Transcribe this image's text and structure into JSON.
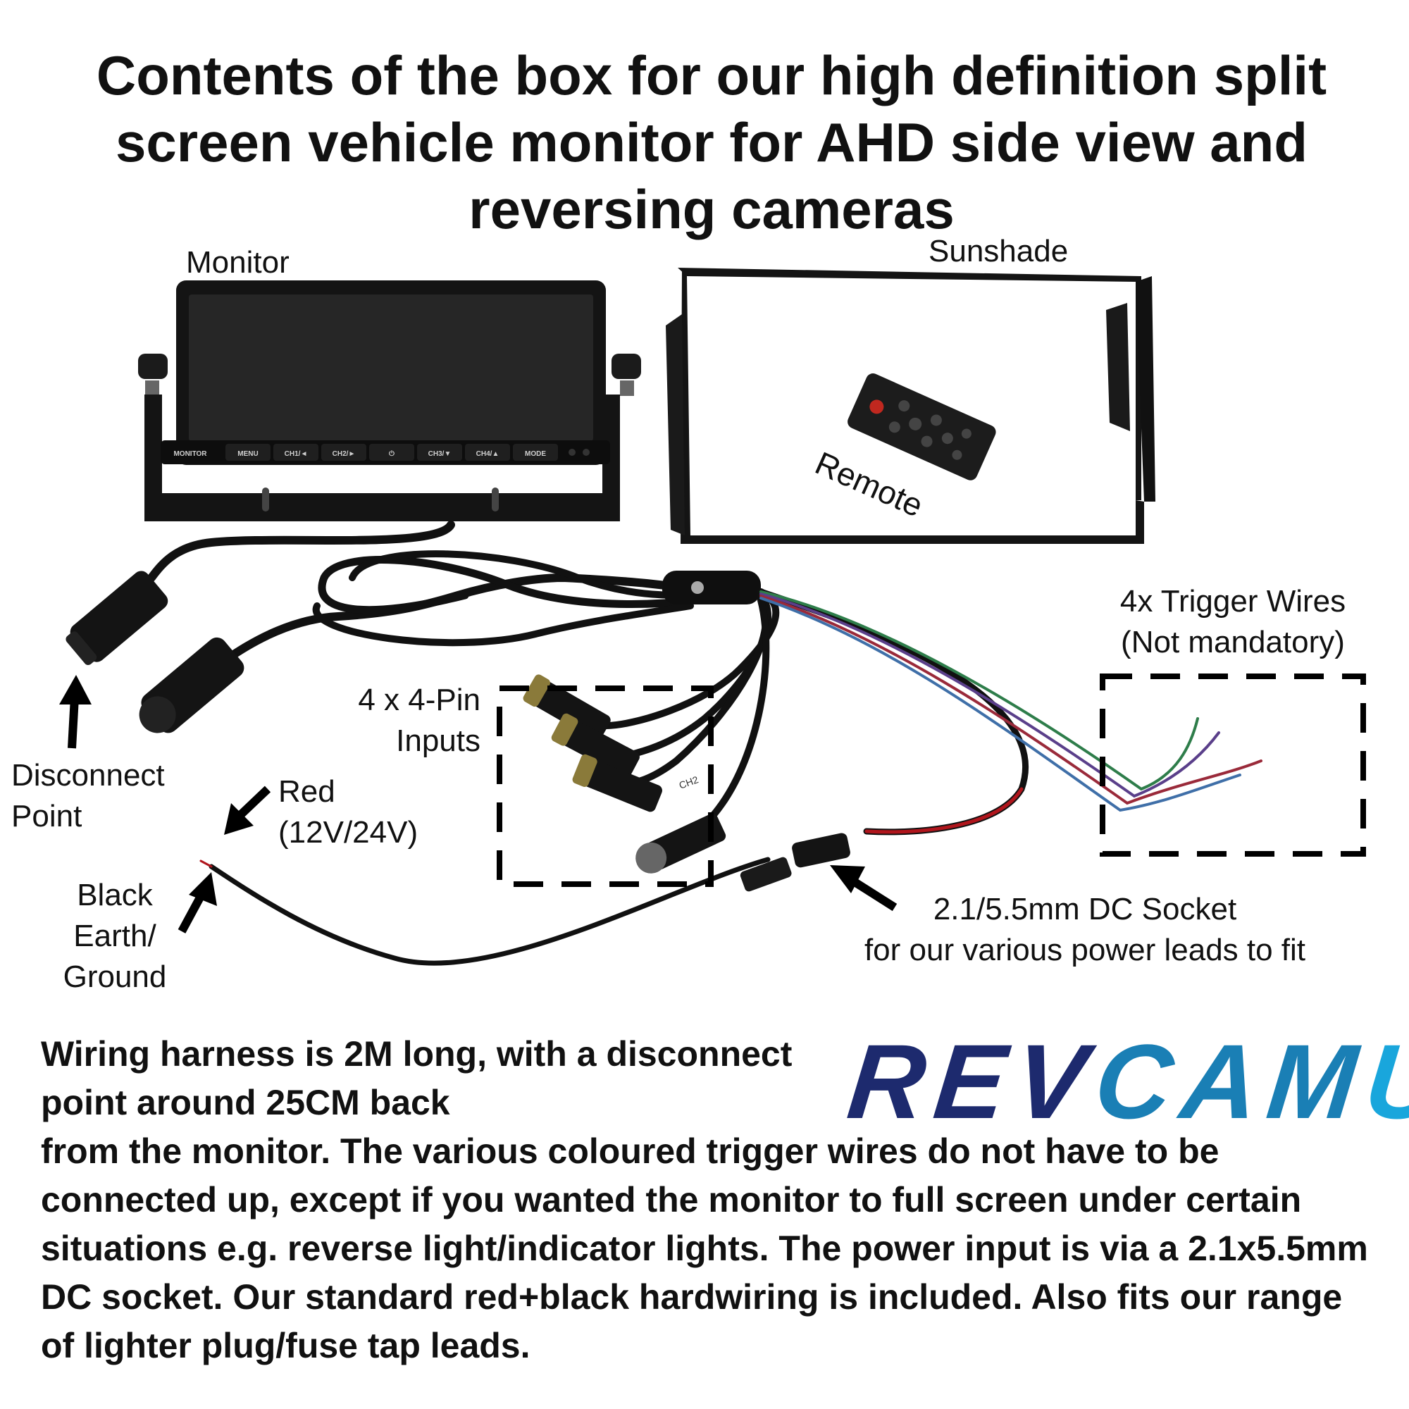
{
  "title": "Contents of the box for our high definition split screen vehicle monitor for AHD side view and reversing cameras",
  "labels": {
    "monitor": "Monitor",
    "sunshade": "Sunshade",
    "remote": "Remote",
    "trigger_line1": "4x Trigger Wires",
    "trigger_line2": "(Not mandatory)",
    "inputs_line1": "4 x 4-Pin",
    "inputs_line2": "Inputs",
    "disconnect_line1": "Disconnect",
    "disconnect_line2": "Point",
    "red_line1": "Red",
    "red_line2": "(12V/24V)",
    "black_line1": "Black",
    "black_line2": "Earth/",
    "black_line3": "Ground",
    "dc_line1": "2.1/5.5mm DC Socket",
    "dc_line2": "for our various power leads to fit"
  },
  "monitor_buttons": [
    "MONITOR",
    "MENU",
    "CH1/◄",
    "CH2/►",
    "⏻",
    "CH3/▼",
    "CH4/▲",
    "MODE"
  ],
  "cable_labels": [
    "CH2"
  ],
  "description": {
    "top": "Wiring harness is 2M long, with a disconnect point around 25CM back",
    "bottom": "from the monitor. The various coloured trigger wires do not have to be connected up, except if you wanted the monitor to full screen under certain situations e.g. reverse light/indicator lights. The power input is via a 2.1x5.5mm DC socket. Our standard red+black hardwiring is included. Also fits our range of lighter plug/fuse tap leads."
  },
  "logo": {
    "part1": "REV",
    "part2": "CAM",
    "part3": "UK",
    "colors": {
      "rev": "#1d2a6e",
      "cam": "#1a7fb5",
      "uk": "#19a6dc"
    }
  },
  "colors": {
    "cable": "#111111",
    "red_wire": "#b0151c",
    "trigger_wires": [
      "#2e7d4a",
      "#5a3f8a",
      "#9a2a3a",
      "#3f6fa8"
    ]
  }
}
